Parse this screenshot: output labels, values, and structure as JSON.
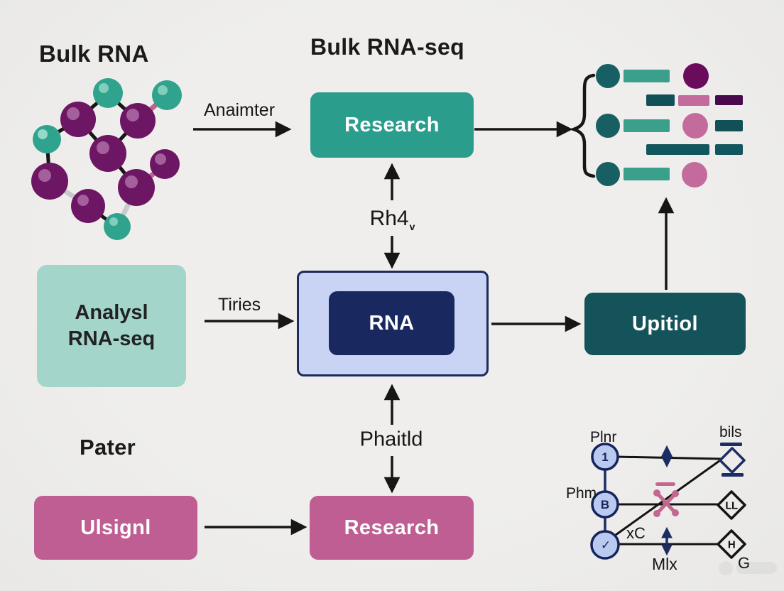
{
  "palette": {
    "background": "#edeceb",
    "teal": "#2b9d8c",
    "light_teal": "#a3d5cb",
    "dark_teal": "#14535a",
    "pink": "#bf5e92",
    "lavender_fill": "#c9d4f4",
    "navy": "#1a2860",
    "mini_navy": "#1b2d63",
    "line_black": "#161616",
    "molecule_purple": "#6d1663",
    "molecule_teal": "#2fa38e",
    "cluster_pink": "#c46b9e"
  },
  "headings": {
    "top_left": "Bulk RNA",
    "top_center": "Bulk RNA-seq",
    "bottom_left": "Pater"
  },
  "nodes": {
    "research_top": "Research",
    "analysl_line1": "Analysl",
    "analysl_line2": "RNA-seq",
    "rna": "RNA",
    "upitiol": "Upitiol",
    "ulsignl": "Ulsignl",
    "research_bottom": "Research"
  },
  "edge_labels": {
    "anaimter": "Anaimter",
    "rh4": "Rh4",
    "rh4_sub": "v",
    "tiries": "Tiries",
    "phaitld": "Phaitld"
  },
  "icons": {
    "top_left": "rna-molecule",
    "top_right": "expression-matrix",
    "left_of_matrix": "curly-brace",
    "bottom_right": "channel-crossover"
  },
  "mini_diagram": {
    "circle_labels": [
      "1",
      "B",
      "✓"
    ],
    "diamond_labels": [
      "LL",
      "H"
    ],
    "labels": {
      "plnr": "Plnr",
      "phm": "Phm",
      "xc": "xC",
      "mlx": "Mlx",
      "bils": "bils",
      "g": "G"
    }
  }
}
